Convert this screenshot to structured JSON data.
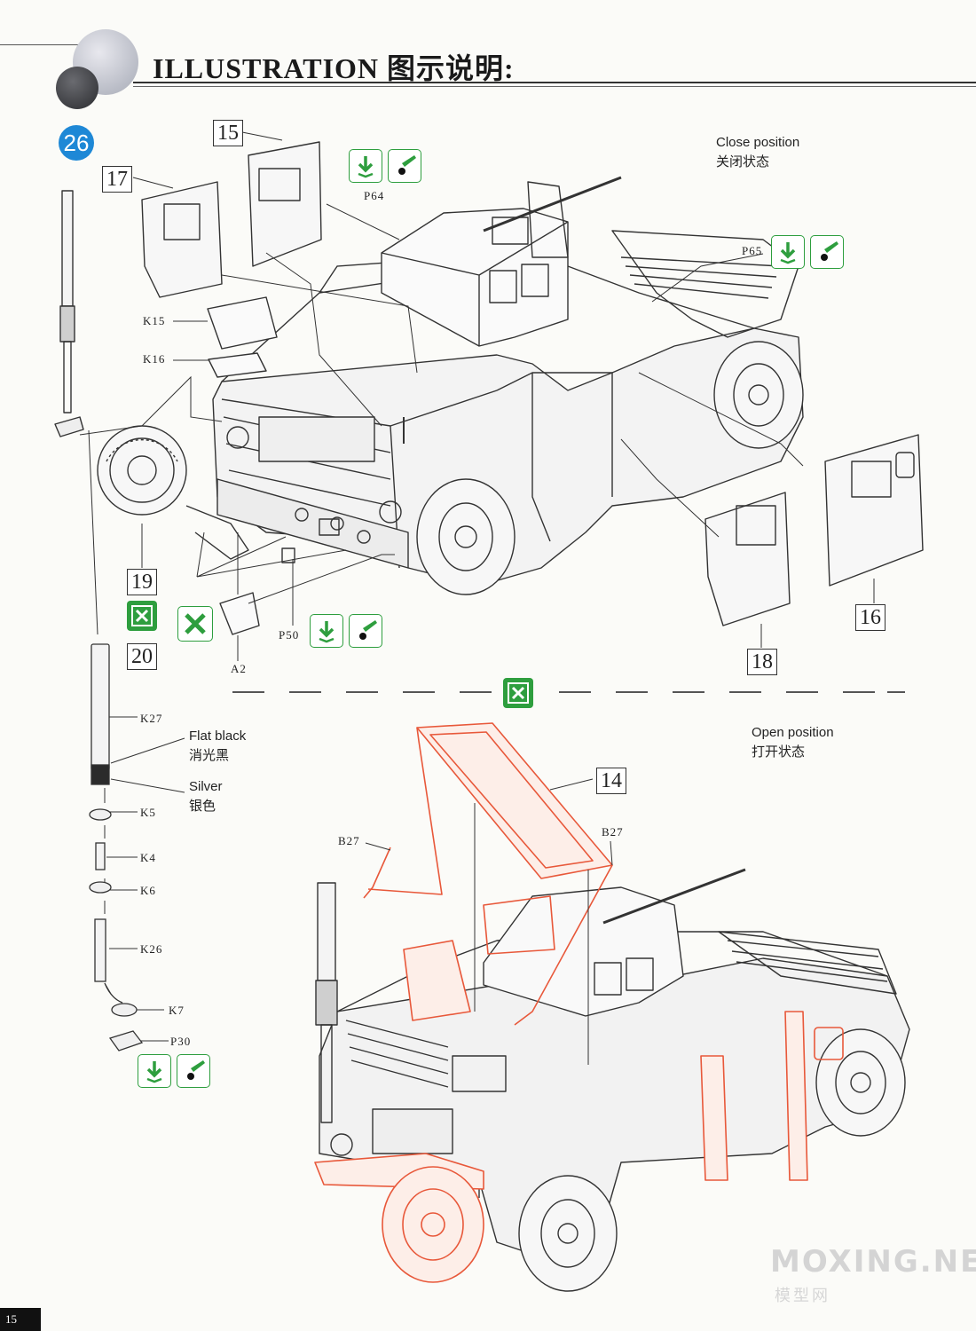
{
  "header": {
    "title": "ILLUSTRATION 图示说明:"
  },
  "step": {
    "number": "26"
  },
  "part_numbers": {
    "p15": "15",
    "p17": "17",
    "p19": "19",
    "p20": "20",
    "p16": "16",
    "p18": "18",
    "p14": "14"
  },
  "labels": {
    "P64": "P64",
    "P65": "P65",
    "K15": "K15",
    "K16": "K16",
    "P50": "P50",
    "A2": "A2",
    "K27": "K27",
    "K5": "K5",
    "K4": "K4",
    "K6": "K6",
    "K26": "K26",
    "K7": "K7",
    "P30": "P30",
    "B27_left": "B27",
    "B27_right": "B27"
  },
  "notes": {
    "close_en": "Close position",
    "close_cn": "关闭状态",
    "open_en": "Open position",
    "open_cn": "打开状态",
    "flat_en": "Flat black",
    "flat_cn": "消光黑",
    "silver_en": "Silver",
    "silver_cn": "银色"
  },
  "icons": [
    "glue-down-icon",
    "paint-drop-icon",
    "alternative-step-icon",
    "cut-part-icon"
  ],
  "colors": {
    "accent_green": "#2e9e3e",
    "badge_blue": "#1e88d6",
    "highlight_red": "#e8583a"
  },
  "page": {
    "number": "15"
  },
  "watermark": {
    "text": "MOXING.NET",
    "cn": "模型网"
  }
}
